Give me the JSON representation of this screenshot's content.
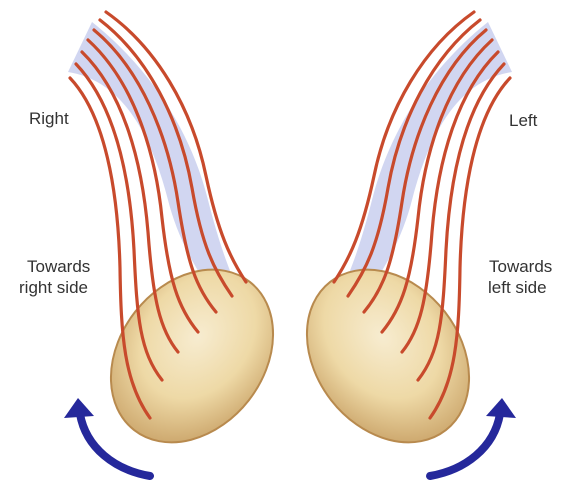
{
  "labels": {
    "right": "Right",
    "left": "Left",
    "towards_right_line1": "Towards",
    "towards_right_line2": "right side",
    "towards_left_line1": "Towards",
    "towards_left_line2": "left side"
  },
  "colors": {
    "fibers": "#c84a2c",
    "shadow": "#c9cfee",
    "structure_fill": "#eed9a6",
    "structure_edge": "#b88a4e",
    "arrow": "#25289b",
    "text": "#333333"
  },
  "icons": {
    "rotation_arrows": "curved-arrow-icon"
  }
}
